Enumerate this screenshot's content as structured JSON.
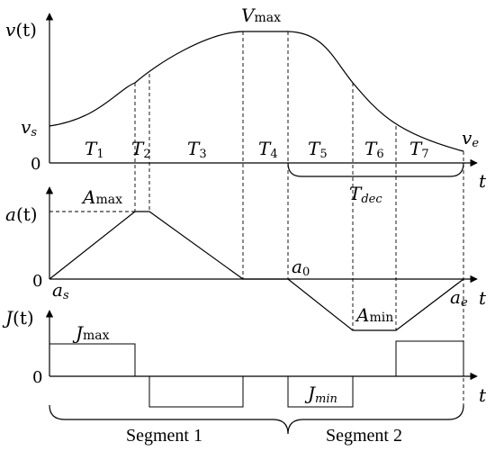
{
  "velocity_panel": {
    "y_label_var": "v",
    "y_label_arg": "(t)",
    "zero_label": "0",
    "t_axis_label": "t",
    "v_start_label": "v",
    "v_start_sub": "s",
    "v_end_label": "v",
    "v_end_sub": "e",
    "v_max_label": "V",
    "v_max_sub": "max",
    "phases": [
      {
        "name": "T",
        "sub": "1"
      },
      {
        "name": "T",
        "sub": "2"
      },
      {
        "name": "T",
        "sub": "3"
      },
      {
        "name": "T",
        "sub": "4"
      },
      {
        "name": "T",
        "sub": "5"
      },
      {
        "name": "T",
        "sub": "6"
      },
      {
        "name": "T",
        "sub": "7"
      }
    ],
    "t_dec_label": "T",
    "t_dec_sub": "dec"
  },
  "acceleration_panel": {
    "y_label_var": "a",
    "y_label_arg": "(t)",
    "zero_label": "0",
    "t_axis_label": "t",
    "a_max_label": "A",
    "a_max_sub": "max",
    "a_min_label": "A",
    "a_min_sub": "min",
    "a_s_label": "a",
    "a_s_sub": "s",
    "a_0_label": "a",
    "a_0_sub": "0",
    "a_e_label": "a",
    "a_e_sub": "e"
  },
  "jerk_panel": {
    "y_label_var": "J",
    "y_label_arg": "(t)",
    "zero_label": "0",
    "t_axis_label": "t",
    "j_max_label": "J",
    "j_max_sub": "max",
    "j_min_label": "J",
    "j_min_sub": "min"
  },
  "segments": {
    "segment_1": "Segment 1",
    "segment_2": "Segment 2"
  }
}
